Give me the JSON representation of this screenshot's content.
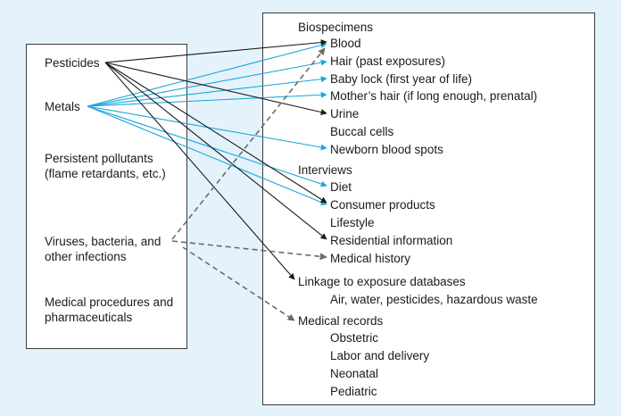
{
  "sources": {
    "pesticides": "Pesticides",
    "metals": "Metals",
    "persistent": "Persistent pollutants (flame retardants, etc.)",
    "infections": "Viruses, bacteria, and other infections",
    "medical": "Medical procedures and pharmaceuticals"
  },
  "biospecimens": {
    "heading": "Biospecimens",
    "blood": "Blood",
    "hair": "Hair (past exposures)",
    "baby_lock": "Baby lock (first year of life)",
    "mothers_hair": "Mother’s hair (if long enough, prenatal)",
    "urine": "Urine",
    "buccal": "Buccal cells",
    "newborn": "Newborn blood spots"
  },
  "interviews": {
    "heading": "Interviews",
    "diet": "Diet",
    "consumer": "Consumer products",
    "lifestyle": "Lifestyle",
    "residential": "Residential information",
    "medical_history": "Medical history"
  },
  "linkage": {
    "heading": "Linkage to exposure databases",
    "item": "Air, water, pesticides, hazardous waste"
  },
  "medical_records": {
    "heading": "Medical records",
    "obstetric": "Obstetric",
    "labor": "Labor and delivery",
    "neonatal": "Neonatal",
    "pediatric": "Pediatric"
  },
  "colors": {
    "background": "#e4f3fb",
    "pesticides_arrow": "#1a1a1a",
    "metals_arrow": "#1ca6dc",
    "infections_arrow": "#6b6b6b"
  }
}
